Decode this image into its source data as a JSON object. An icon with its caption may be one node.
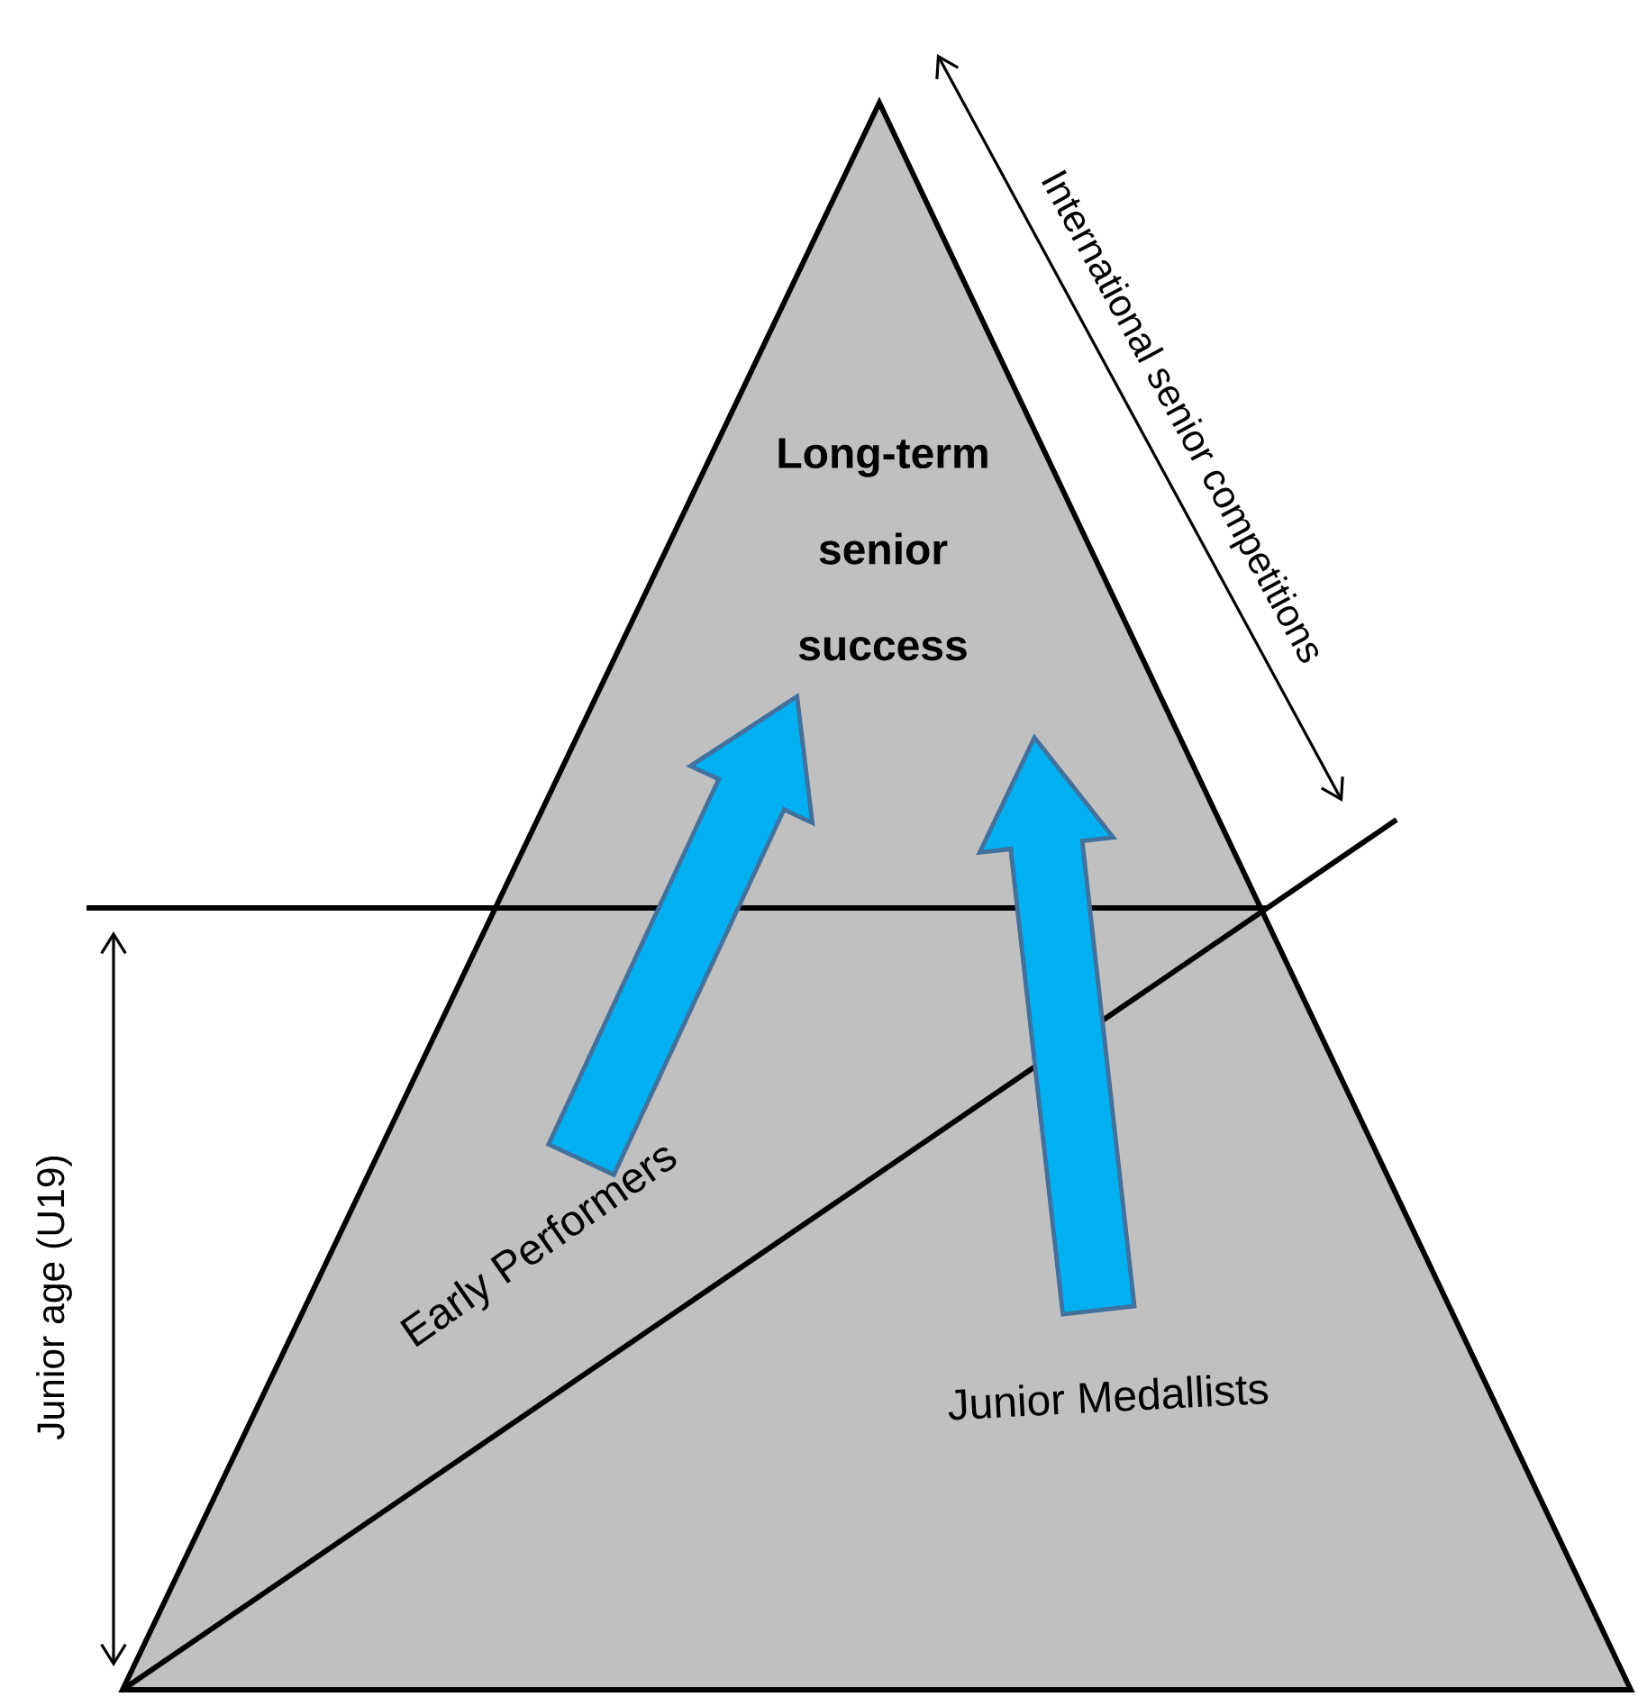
{
  "diagram": {
    "nodes": [
      {
        "text": [
          "Long-term senior success"
        ]
      },
      {
        "text": [
          "Early Performers"
        ]
      },
      {
        "text": [
          "Junior Medallists"
        ]
      }
    ],
    "edges": [
      {
        "from": 1,
        "to": 0,
        "arrow": "to"
      },
      {
        "from": 2,
        "to": 0,
        "arrow": "to"
      }
    ],
    "labels": [
      "International senior competitions",
      "Junior age (U19)"
    ]
  }
}
